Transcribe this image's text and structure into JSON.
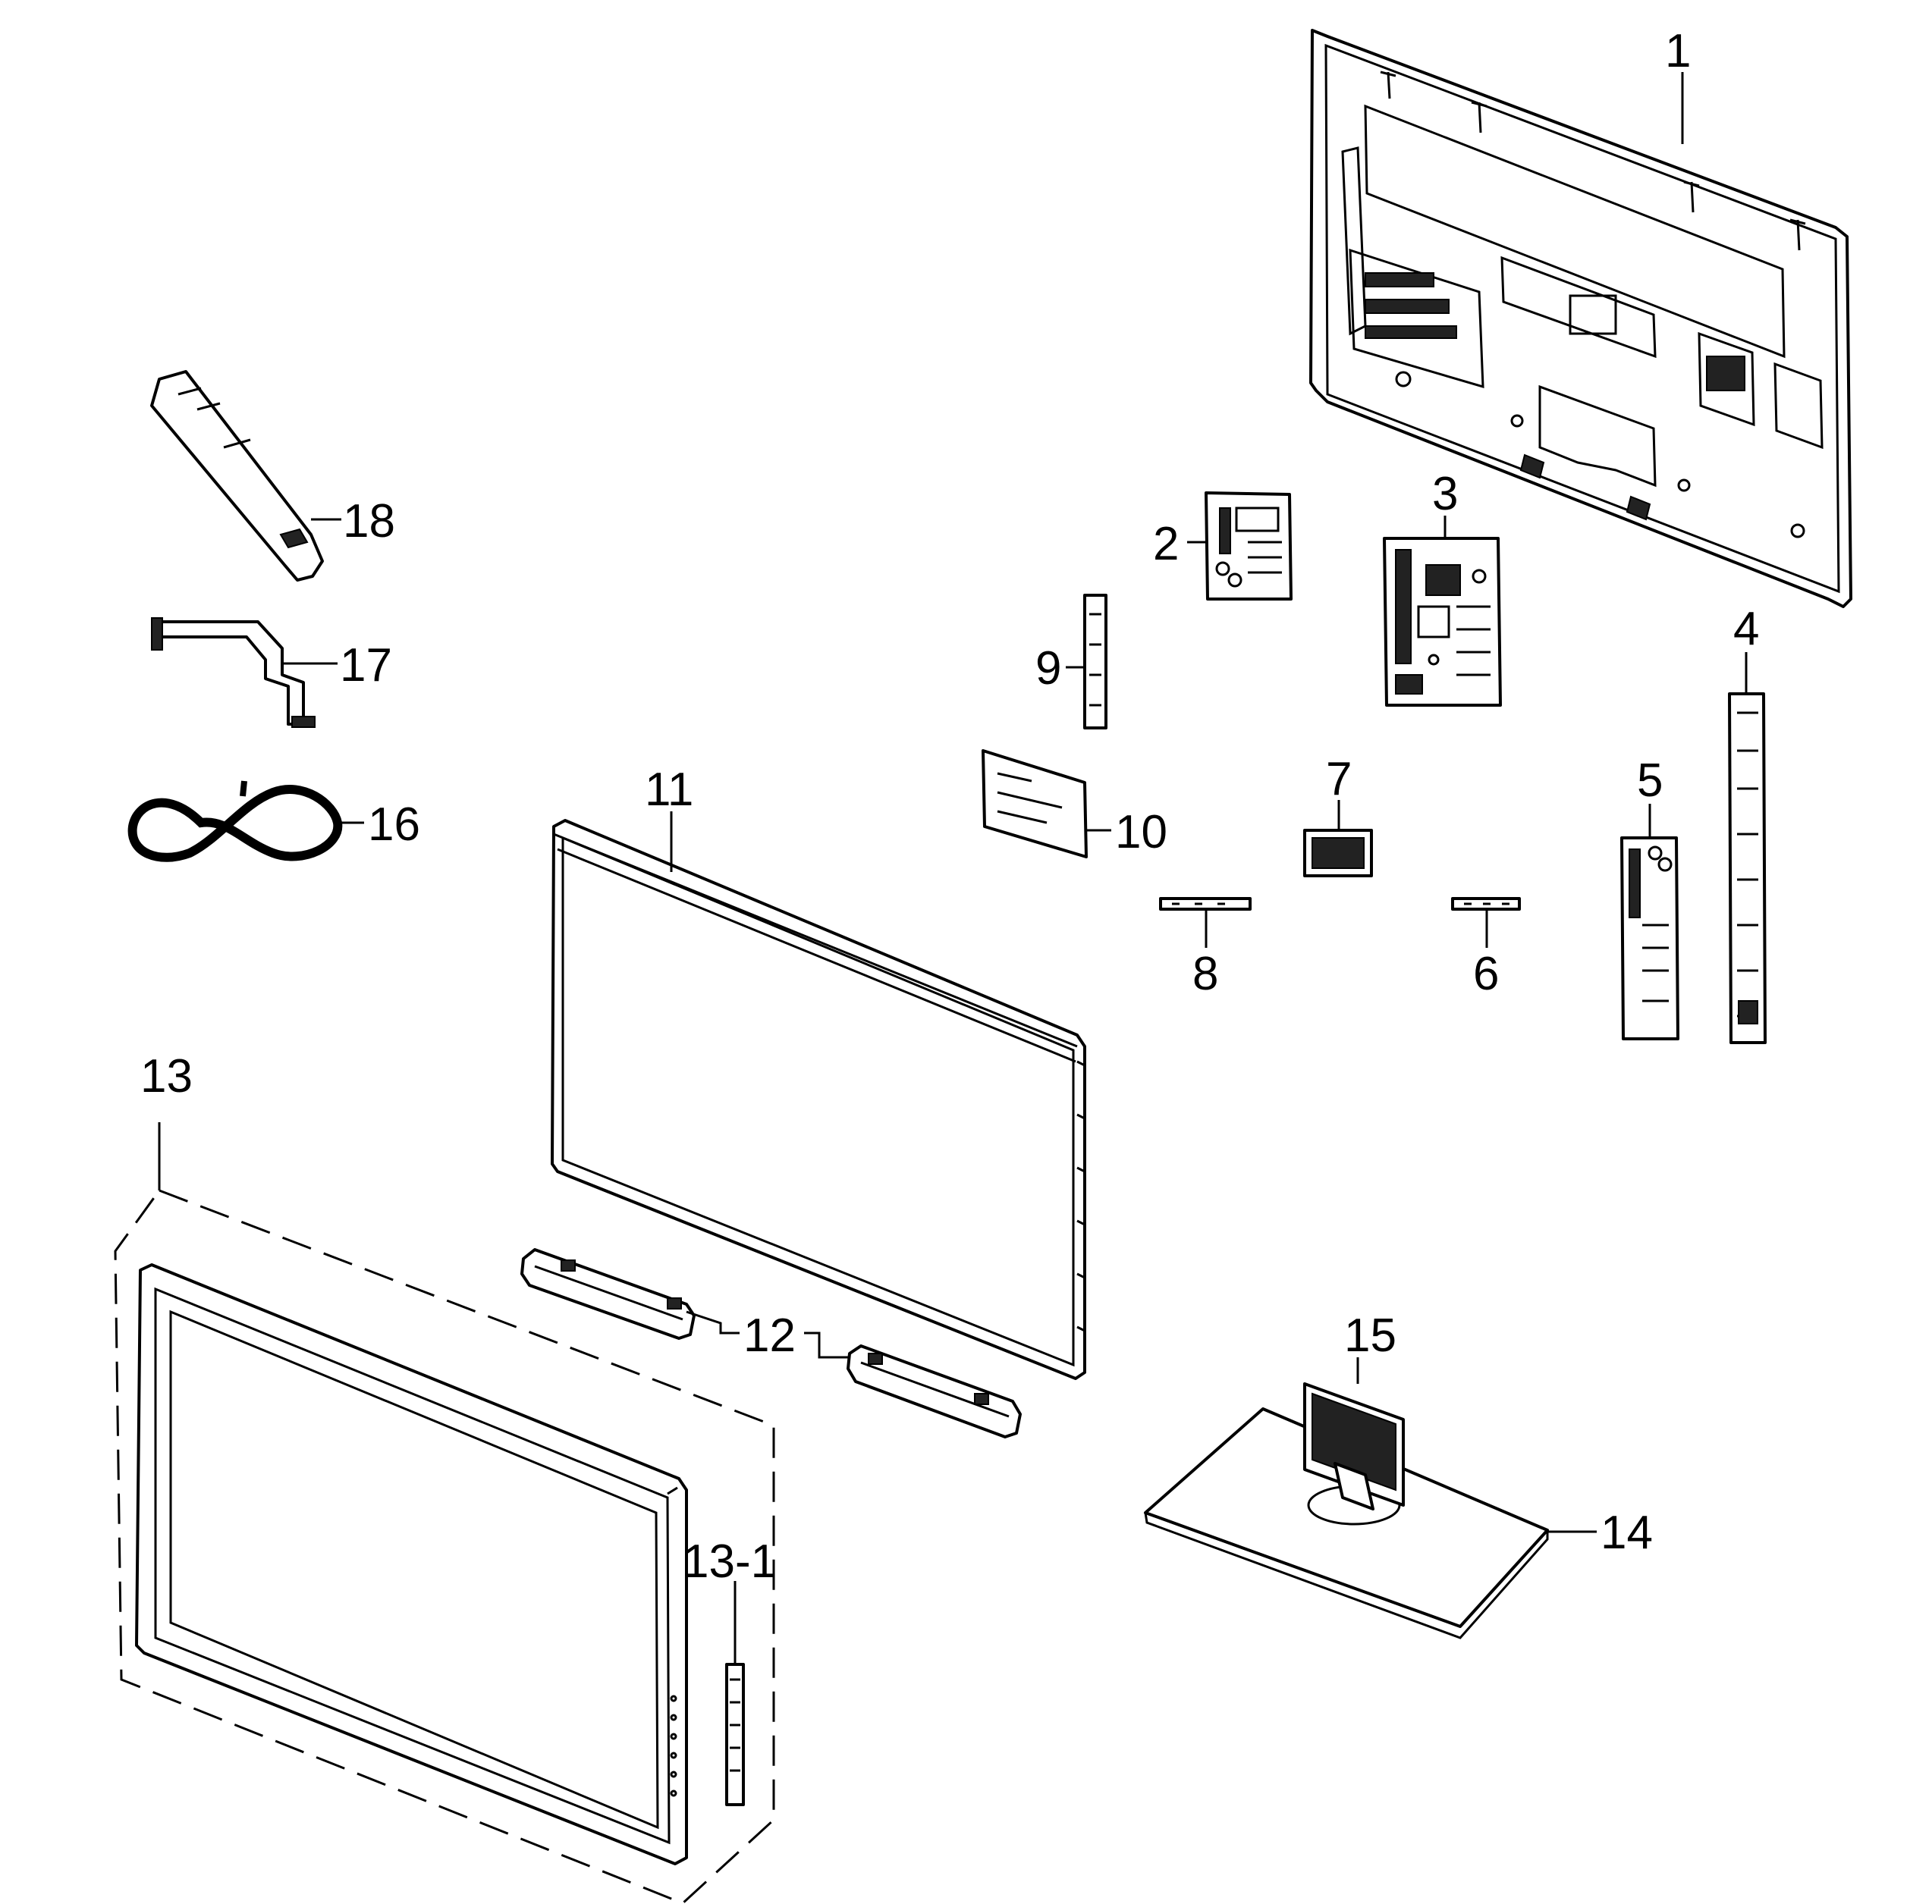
{
  "diagram": {
    "callouts": {
      "p1": "1",
      "p2": "2",
      "p3": "3",
      "p4": "4",
      "p5": "5",
      "p6": "6",
      "p7": "7",
      "p8": "8",
      "p9": "9",
      "p10": "10",
      "p11": "11",
      "p12": "12",
      "p13": "13",
      "p13_1": "13-1",
      "p14": "14",
      "p15": "15",
      "p16": "16",
      "p17": "17",
      "p18": "18"
    }
  }
}
